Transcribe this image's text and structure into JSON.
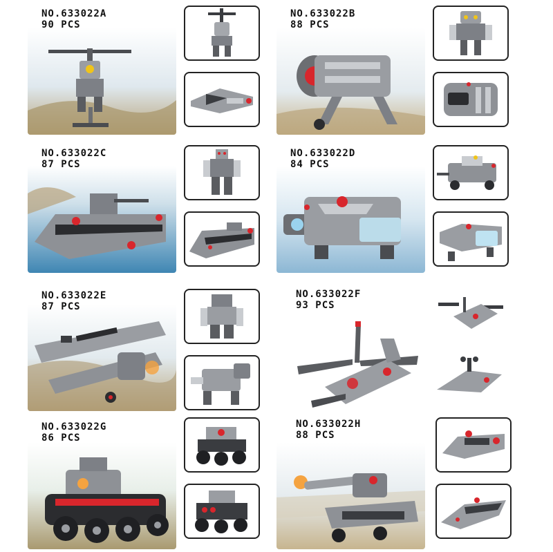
{
  "sets": [
    {
      "id": "a",
      "model_no": "NO.633022A",
      "pieces": "90 PCS",
      "hero": "helicopter-robot",
      "thumbs": [
        "robot-form",
        "jet-form"
      ]
    },
    {
      "id": "b",
      "model_no": "NO.633022B",
      "pieces": "88 PCS",
      "hero": "turbine-walker",
      "thumbs": [
        "robot-form",
        "pod-form"
      ]
    },
    {
      "id": "c",
      "model_no": "NO.633022C",
      "pieces": "87 PCS",
      "hero": "battleship",
      "thumbs": [
        "robot-form",
        "boat-form"
      ]
    },
    {
      "id": "d",
      "model_no": "NO.633022D",
      "pieces": "84 PCS",
      "hero": "hover-truck",
      "thumbs": [
        "buggy-form",
        "lander-form"
      ]
    },
    {
      "id": "e",
      "model_no": "NO.633022E",
      "pieces": "87 PCS",
      "hero": "biplane",
      "thumbs": [
        "robot-form",
        "mech-beast-form"
      ]
    },
    {
      "id": "f",
      "model_no": "NO.633022F",
      "pieces": "93 PCS",
      "hero": "attack-helicopter",
      "thumbs": [
        "drone-form",
        "starfighter-form"
      ]
    },
    {
      "id": "g",
      "model_no": "NO.633022G",
      "pieces": "86 PCS",
      "hero": "six-wheel-tank",
      "thumbs": [
        "rover-form",
        "crawler-form"
      ]
    },
    {
      "id": "h",
      "model_no": "NO.633022H",
      "pieces": "88 PCS",
      "hero": "artillery-tank",
      "thumbs": [
        "speeder-form",
        "fighter-form"
      ]
    }
  ],
  "colors": {
    "brick_gray": "#8e9196",
    "brick_light": "#c9ccd0",
    "brick_dark": "#3a3c40",
    "accent_red": "#d8262c",
    "sky": "#dbe9f2",
    "sea": "#4f8fb8",
    "ground": "#c9b58a"
  }
}
